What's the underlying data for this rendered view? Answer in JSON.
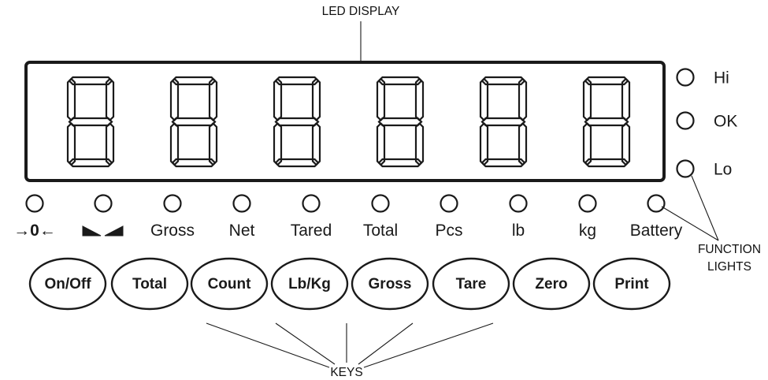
{
  "callouts": {
    "led_display": "LED DISPLAY",
    "function_lights": [
      "FUNCTION",
      "LIGHTS"
    ],
    "keys": "KEYS"
  },
  "digits_count": 6,
  "side_lights": [
    {
      "label": "Hi",
      "icon": "led-indicator-icon"
    },
    {
      "label": "OK",
      "icon": "led-indicator-icon"
    },
    {
      "label": "Lo",
      "icon": "led-indicator-icon"
    }
  ],
  "indicators": [
    {
      "label": "→0←",
      "icon": "center-of-zero-icon",
      "name": "center-of-zero"
    },
    {
      "label": "",
      "icon": "motion-icon",
      "name": "motion"
    },
    {
      "label": "Gross",
      "name": "gross"
    },
    {
      "label": "Net",
      "name": "net"
    },
    {
      "label": "Tared",
      "name": "tared"
    },
    {
      "label": "Total",
      "name": "total"
    },
    {
      "label": "Pcs",
      "name": "pcs"
    },
    {
      "label": "lb",
      "name": "lb"
    },
    {
      "label": "kg",
      "name": "kg"
    },
    {
      "label": "Battery",
      "name": "battery"
    }
  ],
  "keys": [
    {
      "label": "On/Off",
      "name": "on-off"
    },
    {
      "label": "Total",
      "name": "total"
    },
    {
      "label": "Count",
      "name": "count"
    },
    {
      "label": "Lb/Kg",
      "name": "lb-kg"
    },
    {
      "label": "Gross",
      "name": "gross"
    },
    {
      "label": "Tare",
      "name": "tare"
    },
    {
      "label": "Zero",
      "name": "zero"
    },
    {
      "label": "Print",
      "name": "print"
    }
  ]
}
